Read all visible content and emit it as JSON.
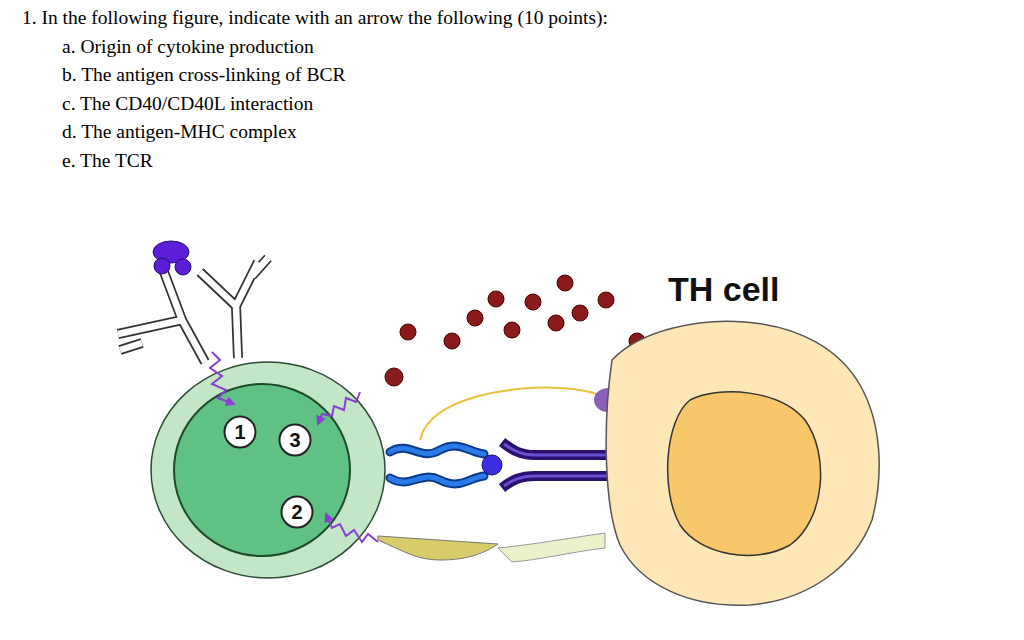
{
  "diagram": {
    "title": "1. In the following figure, indicate with an arrow the following (10 points):",
    "nodes": [
      {
        "text": [
          "1"
        ]
      },
      {
        "text": [
          "3"
        ]
      },
      {
        "text": [
          "2"
        ]
      },
      {
        "text": [
          "TH cell"
        ]
      }
    ],
    "labels": [
      "a. Origin of cytokine production",
      "b. The antigen cross-linking of BCR",
      "c. The CD40/CD40L interaction",
      "d. The antigen-MHC complex",
      "e. The TCR"
    ]
  }
}
